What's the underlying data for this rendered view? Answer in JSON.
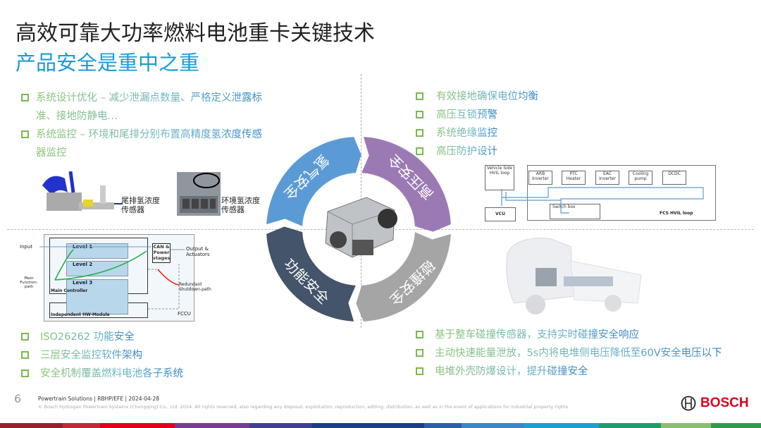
{
  "title": "高效可靠大功率燃料电池重卡关键技术",
  "subtitle": "产品安全是重中之重",
  "top_left": {
    "bullets": [
      "系统设计优化 – 减少泄漏点数量、严格定义泄露标准、接地防静电…",
      "系统监控 – 环境和尾排分别布置高精度氢浓度传感器监控"
    ],
    "captions": [
      "尾排氢浓度传感器",
      "环境氢浓度传感器"
    ]
  },
  "top_right": {
    "bullets": [
      "有效接地确保电位均衡",
      "高压互锁预警",
      "系统绝缘监控",
      "高压防护设计"
    ],
    "diagram": {
      "vehicle": "Vehicle Side HVIL loop",
      "vcu": "VCU",
      "components": [
        "ARB Inverter",
        "PTC Heater",
        "EAC Inverter",
        "Cooling pump",
        "DCDC"
      ],
      "switch": "Switch box",
      "loop": "FCS HVIL loop"
    }
  },
  "bottom_left": {
    "bullets": [
      "ISO26262 功能安全",
      "三层安全监控软件架构",
      "安全机制覆盖燃料电池各子系统"
    ],
    "diagram": {
      "input": "Input",
      "levels": [
        "Level 1",
        "Level 2",
        "Level 3"
      ],
      "can": "CAN & Power stages",
      "output": "Output & Actuators",
      "main_path": "Main Function-path",
      "redundant": "Redundant Shutdown-path",
      "main_controller": "Main Controller",
      "hw": "Independent HW-Module",
      "fccu": "FCCU"
    }
  },
  "bottom_right": {
    "bullets": [
      "基于整车碰撞传感器，支持实时碰撞安全响应",
      "主动快速能量泄放，5s内将电堆侧电压降低至60V安全电压以下",
      "电堆外壳防爆设计，提升碰撞安全"
    ]
  },
  "ring": {
    "segments": [
      "氢气安全",
      "高压安全",
      "碰撞安全",
      "功能安全"
    ],
    "colors": [
      "#5b9bd5",
      "#9b7ab4",
      "#a5a5a5",
      "#44546a"
    ]
  },
  "footer": {
    "page": "6",
    "line1": "Powertrain Solutions | RBHP/EFE | 2024-04-28",
    "line2": "© Bosch Hydrogen Powertrain Systems (Chongqing) Co., Ltd. 2024. All rights reserved, also regarding any disposal, exploitation, reproduction, editing, distribution, as well as in the event of applications for industrial property rights.",
    "brand": "BOSCH",
    "brand_color": "#e2001a"
  }
}
